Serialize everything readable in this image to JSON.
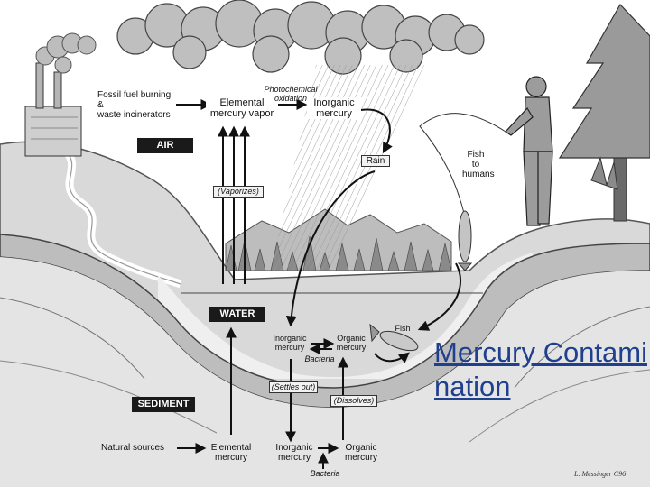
{
  "title": "Mercury Contamination",
  "signature": "L. Messinger C96",
  "labels": {
    "fossil": "Fossil fuel burning\n&\nwaste incinerators",
    "elemental_vapor": "Elemental\nmercury vapor",
    "photochem": "Photochemical\noxidation",
    "inorganic_air": "Inorganic\nmercury",
    "rain": "Rain",
    "fish_to_humans": "Fish\nto\nhumans",
    "vaporizes": "(Vaporizes)",
    "inorganic_water": "Inorganic\nmercury",
    "organic_water": "Organic\nmercury",
    "bacteria_water": "Bacteria",
    "fish": "Fish",
    "settles": "(Settles out)",
    "dissolves": "(Dissolves)",
    "natural": "Natural sources",
    "elemental_sed": "Elemental\nmercury",
    "inorganic_sed": "Inorganic\nmercury",
    "organic_sed": "Organic\nmercury",
    "bacteria_sed": "Bacteria"
  },
  "tags": {
    "air": "AIR",
    "water": "WATER",
    "sediment": "SEDIMENT"
  },
  "colors": {
    "title": "#1f3f8f",
    "tag_bg": "#1a1a1a",
    "ground": "#dcdcdc",
    "water": "#efefef"
  }
}
